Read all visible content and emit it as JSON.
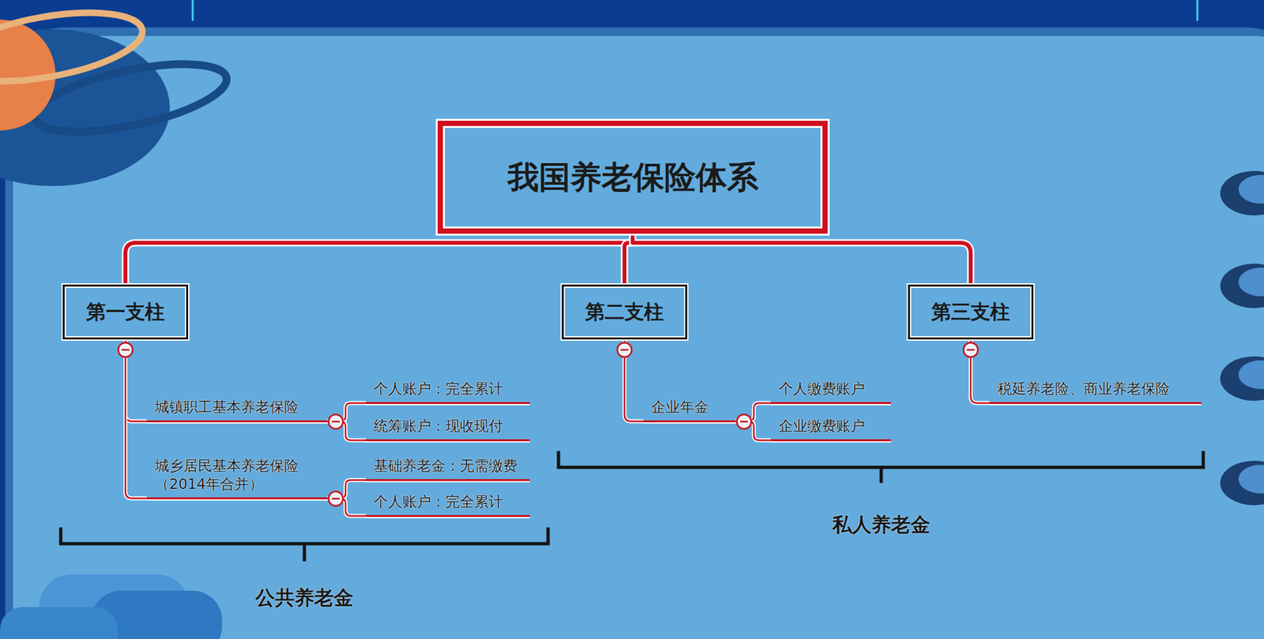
{
  "diagram": {
    "nodes": [
      {
        "text": [
          "我国养老保险体系"
        ]
      },
      {
        "text": [
          "第一支柱"
        ]
      },
      {
        "text": [
          "第二支柱"
        ]
      },
      {
        "text": [
          "第三支柱"
        ]
      },
      {
        "text": [
          "城镇职工基本养老保险"
        ]
      },
      {
        "text": [
          "个人账户：完全累计"
        ]
      },
      {
        "text": [
          "统筹账户：现收现付"
        ]
      },
      {
        "text": [
          "城乡居民基本养老保险 （2014年合并）"
        ]
      },
      {
        "text": [
          "基础养老金：无需缴费"
        ]
      },
      {
        "text": [
          "个人账户：完全累计"
        ]
      },
      {
        "text": [
          "企业年金"
        ]
      },
      {
        "text": [
          "个人缴费账户"
        ]
      },
      {
        "text": [
          "企业缴费账户"
        ]
      },
      {
        "text": [
          "税延养老险、商业养老保险"
        ]
      }
    ],
    "edges": [
      {
        "from": 0,
        "to": 1,
        "arrow": "none"
      },
      {
        "from": 0,
        "to": 2,
        "arrow": "none"
      },
      {
        "from": 0,
        "to": 3,
        "arrow": "none"
      },
      {
        "from": 1,
        "to": 4,
        "arrow": "none"
      },
      {
        "from": 4,
        "to": 5,
        "arrow": "none"
      },
      {
        "from": 4,
        "to": 6,
        "arrow": "none"
      },
      {
        "from": 1,
        "to": 7,
        "arrow": "none"
      },
      {
        "from": 7,
        "to": 8,
        "arrow": "none"
      },
      {
        "from": 7,
        "to": 9,
        "arrow": "none"
      },
      {
        "from": 2,
        "to": 10,
        "arrow": "none"
      },
      {
        "from": 10,
        "to": 11,
        "arrow": "none"
      },
      {
        "from": 10,
        "to": 12,
        "arrow": "none"
      },
      {
        "from": 3,
        "to": 13,
        "arrow": "none"
      }
    ],
    "labels": [
      "公共养老金",
      "私人养老金"
    ]
  }
}
